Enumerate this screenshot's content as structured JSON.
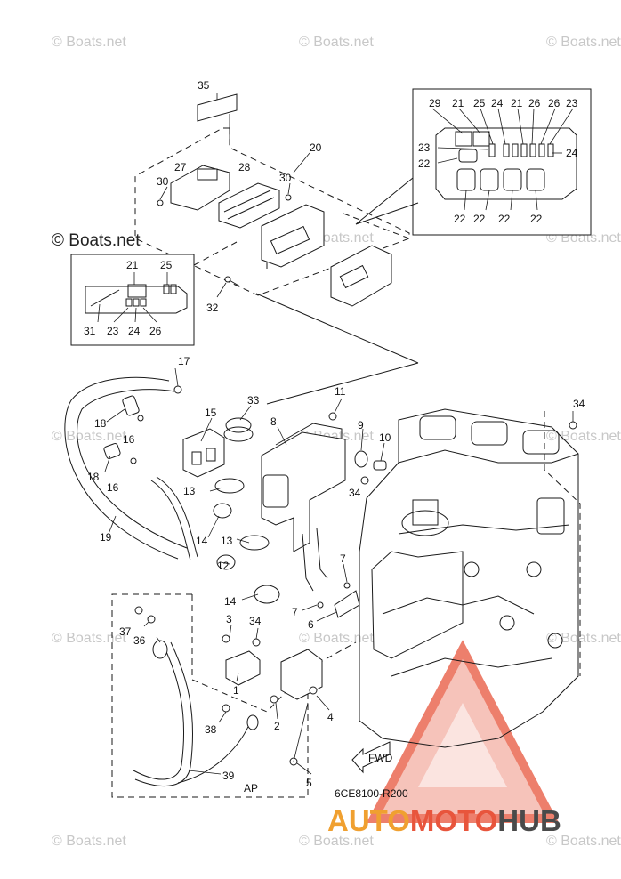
{
  "watermark": "© Boats.net",
  "drawing_code": "6CE8100-R200",
  "ap_label": "AP",
  "fwd_label": "FWD",
  "brand": {
    "part1": "AUTO",
    "part2": "MOTO",
    "part3": "HUB",
    "logo": "warning-triangle-logo"
  },
  "colors": {
    "ink": "#1a1a1a",
    "watermark": "#c8c8c8",
    "logo_red": "#e8553c",
    "logo_orange": "#f0a030",
    "logo_gray": "#4a4a4a"
  },
  "callouts": {
    "c35": "35",
    "c20": "20",
    "c27": "27",
    "c28": "28",
    "c30a": "30",
    "c30b": "30",
    "c32": "32",
    "inset1": {
      "c21": "21",
      "c25": "25",
      "c31": "31",
      "c23": "23",
      "c24": "24",
      "c26": "26"
    },
    "inset2": {
      "top": [
        "29",
        "21",
        "25",
        "24",
        "21",
        "26",
        "26",
        "23"
      ],
      "left23": "23",
      "left22": "22",
      "right24": "24",
      "bottom": [
        "22",
        "22",
        "22",
        "22"
      ]
    },
    "c17": "17",
    "c18a": "18",
    "c16a": "16",
    "c18b": "18",
    "c16b": "16",
    "c15": "15",
    "c19": "19",
    "c33": "33",
    "c8": "8",
    "c11": "11",
    "c9": "9",
    "c10": "10",
    "c34a": "34",
    "c34b": "34",
    "c34c": "34",
    "c13a": "13",
    "c14a": "14",
    "c13b": "13",
    "c12": "12",
    "c14b": "14",
    "c7a": "7",
    "c7b": "7",
    "c6": "6",
    "c37": "37",
    "c36": "36",
    "c3": "3",
    "c1": "1",
    "c2": "2",
    "c4": "4",
    "c38": "38",
    "c39": "39",
    "c5": "5"
  }
}
